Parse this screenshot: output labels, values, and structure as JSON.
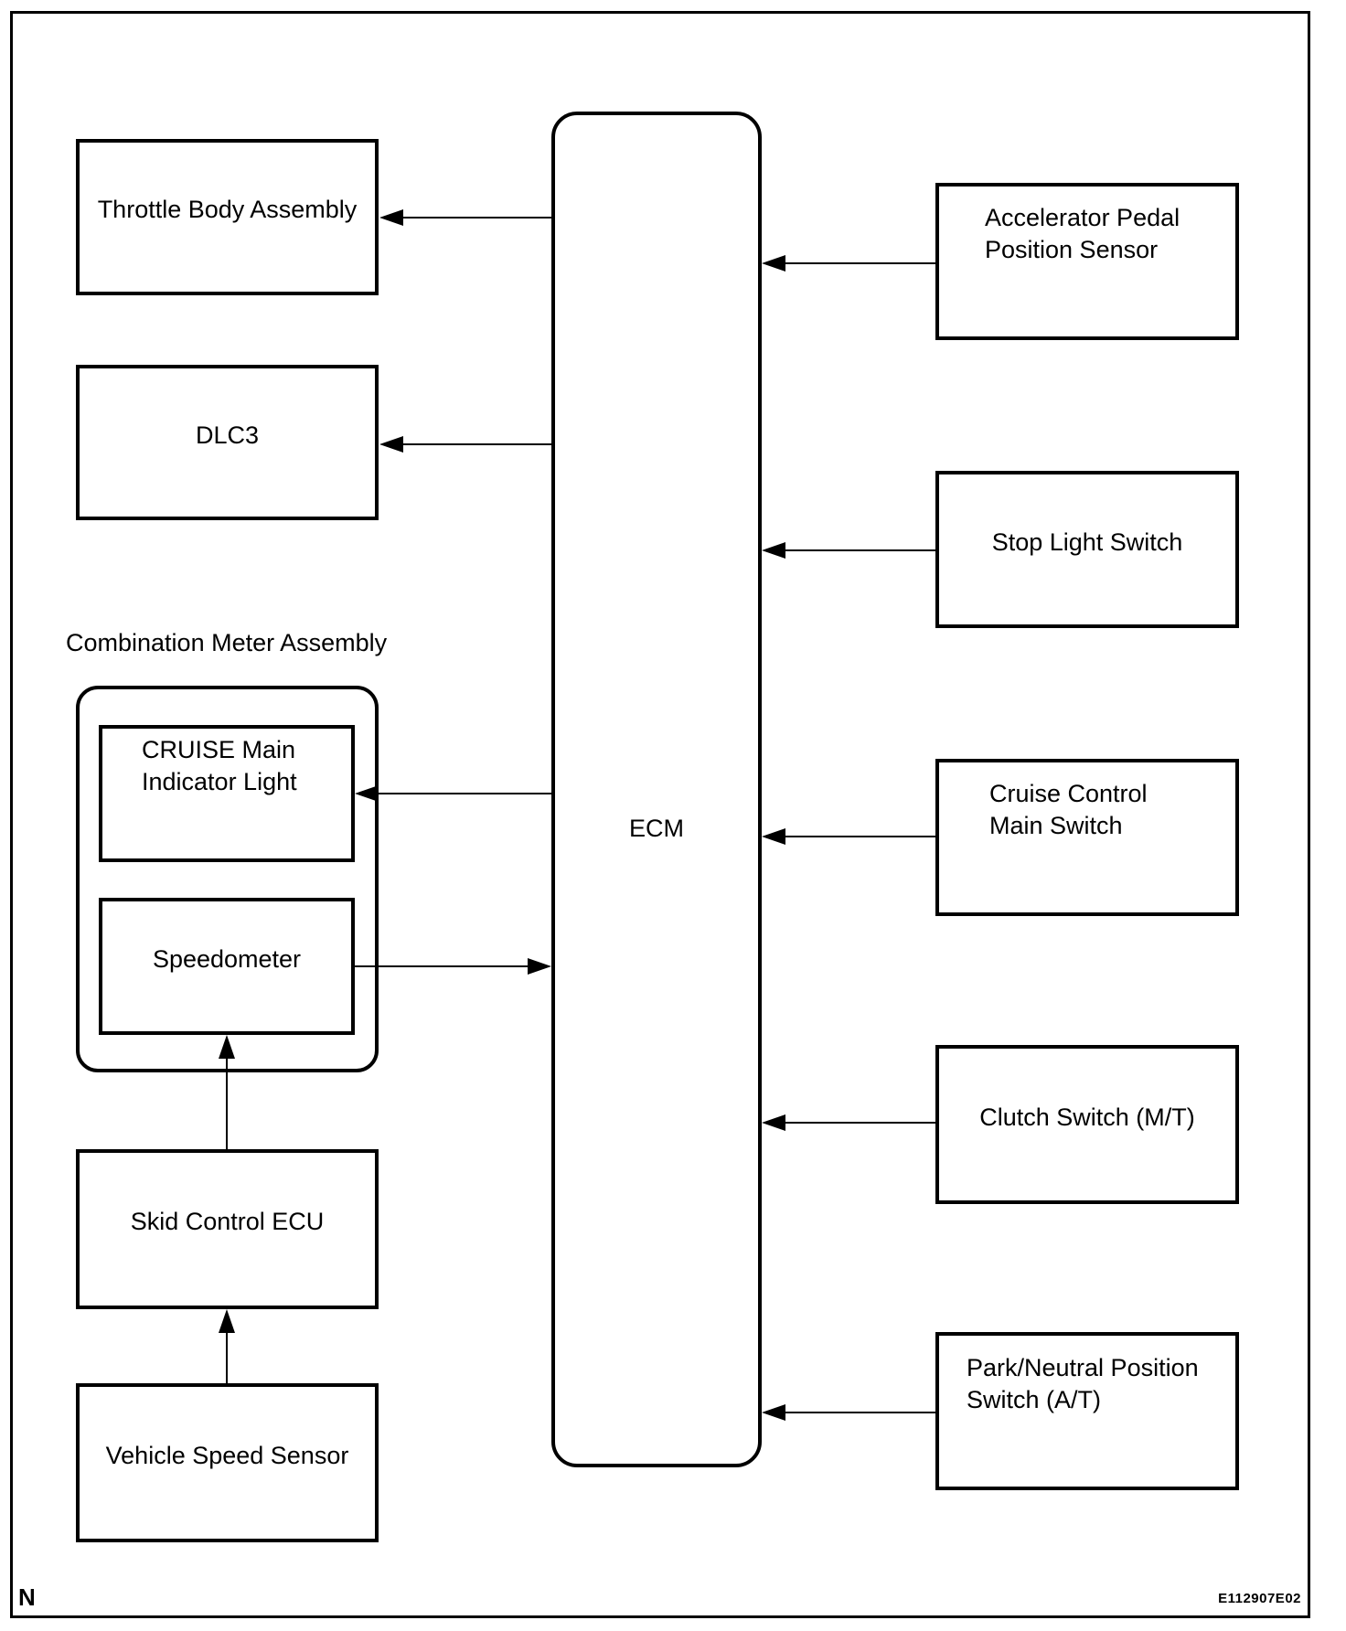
{
  "nodes": {
    "throttle": {
      "label": "Throttle Body Assembly"
    },
    "dlc3": {
      "label": "DLC3"
    },
    "combination_meter": {
      "label": "Combination Meter Assembly"
    },
    "cruise_indicator": {
      "line1": "CRUISE Main",
      "line2": "Indicator Light"
    },
    "speedometer": {
      "label": "Speedometer"
    },
    "skid_control": {
      "label": "Skid Control ECU"
    },
    "vehicle_speed": {
      "label": "Vehicle Speed Sensor"
    },
    "ecm": {
      "label": "ECM"
    },
    "accelerator": {
      "line1": "Accelerator Pedal",
      "line2": "Position Sensor"
    },
    "stop_light": {
      "label": "Stop Light Switch"
    },
    "cruise_main": {
      "line1": "Cruise Control",
      "line2": "Main Switch"
    },
    "clutch": {
      "label": "Clutch Switch (M/T)"
    },
    "park_neutral": {
      "line1": "Park/Neutral Position",
      "line2": "Switch (A/T)"
    }
  },
  "footer": {
    "page_marker": "N",
    "figure_id": "E112907E02"
  },
  "colors": {
    "line": "#000000",
    "background": "#ffffff"
  }
}
